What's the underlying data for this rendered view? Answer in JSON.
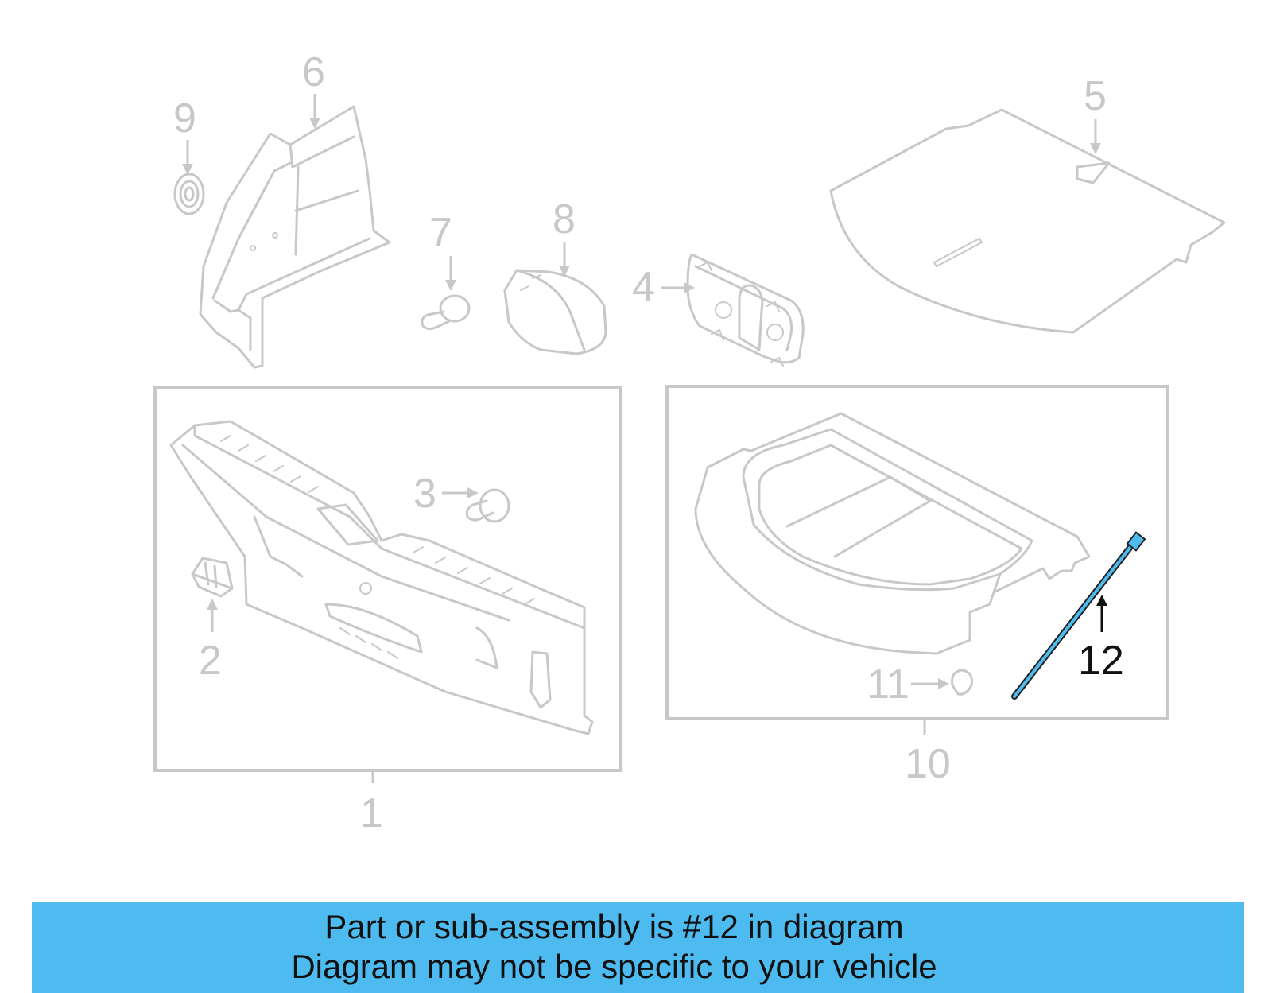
{
  "callouts": {
    "c1": "1",
    "c2": "2",
    "c3": "3",
    "c4": "4",
    "c5": "5",
    "c6": "6",
    "c7": "7",
    "c8": "8",
    "c9": "9",
    "c10": "10",
    "c11": "11",
    "c12": "12"
  },
  "highlight": {
    "part_number": "12",
    "color": "#4dbbf0"
  },
  "banner": {
    "line1": "Part or sub-assembly is #12 in diagram",
    "line2": "Diagram may not be specific to your vehicle",
    "background": "#4dbbf0"
  }
}
